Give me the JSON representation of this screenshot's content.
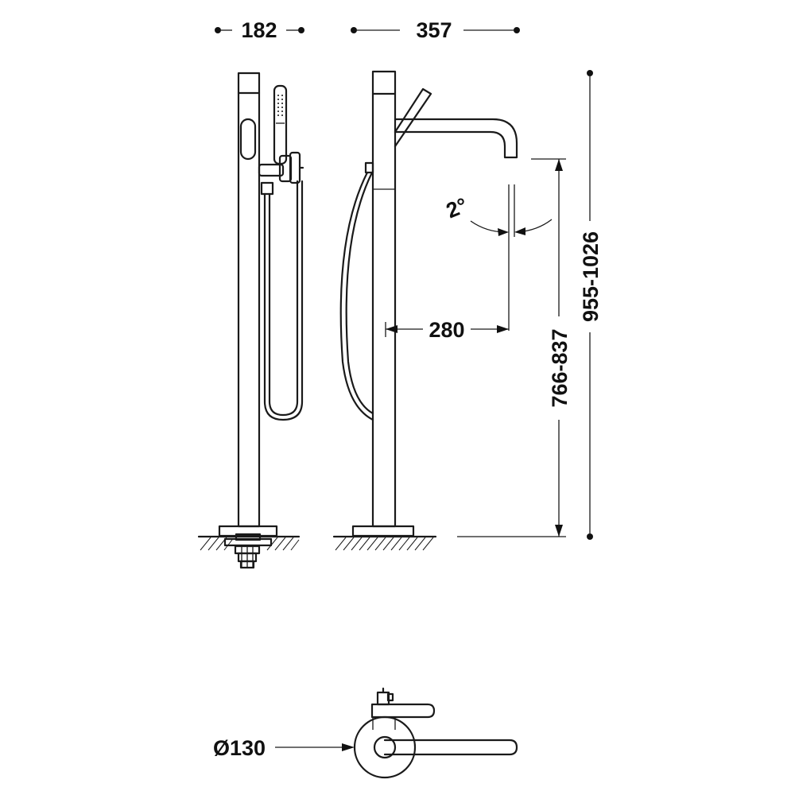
{
  "dimensions": {
    "width_handshower": "182",
    "width_spout": "357",
    "spout_reach": "280",
    "spout_height": "766-837",
    "total_height": "955-1026",
    "angle": "2°",
    "base_diameter": "Ø130"
  },
  "colors": {
    "line": "#1a1a1a",
    "background": "#ffffff"
  }
}
